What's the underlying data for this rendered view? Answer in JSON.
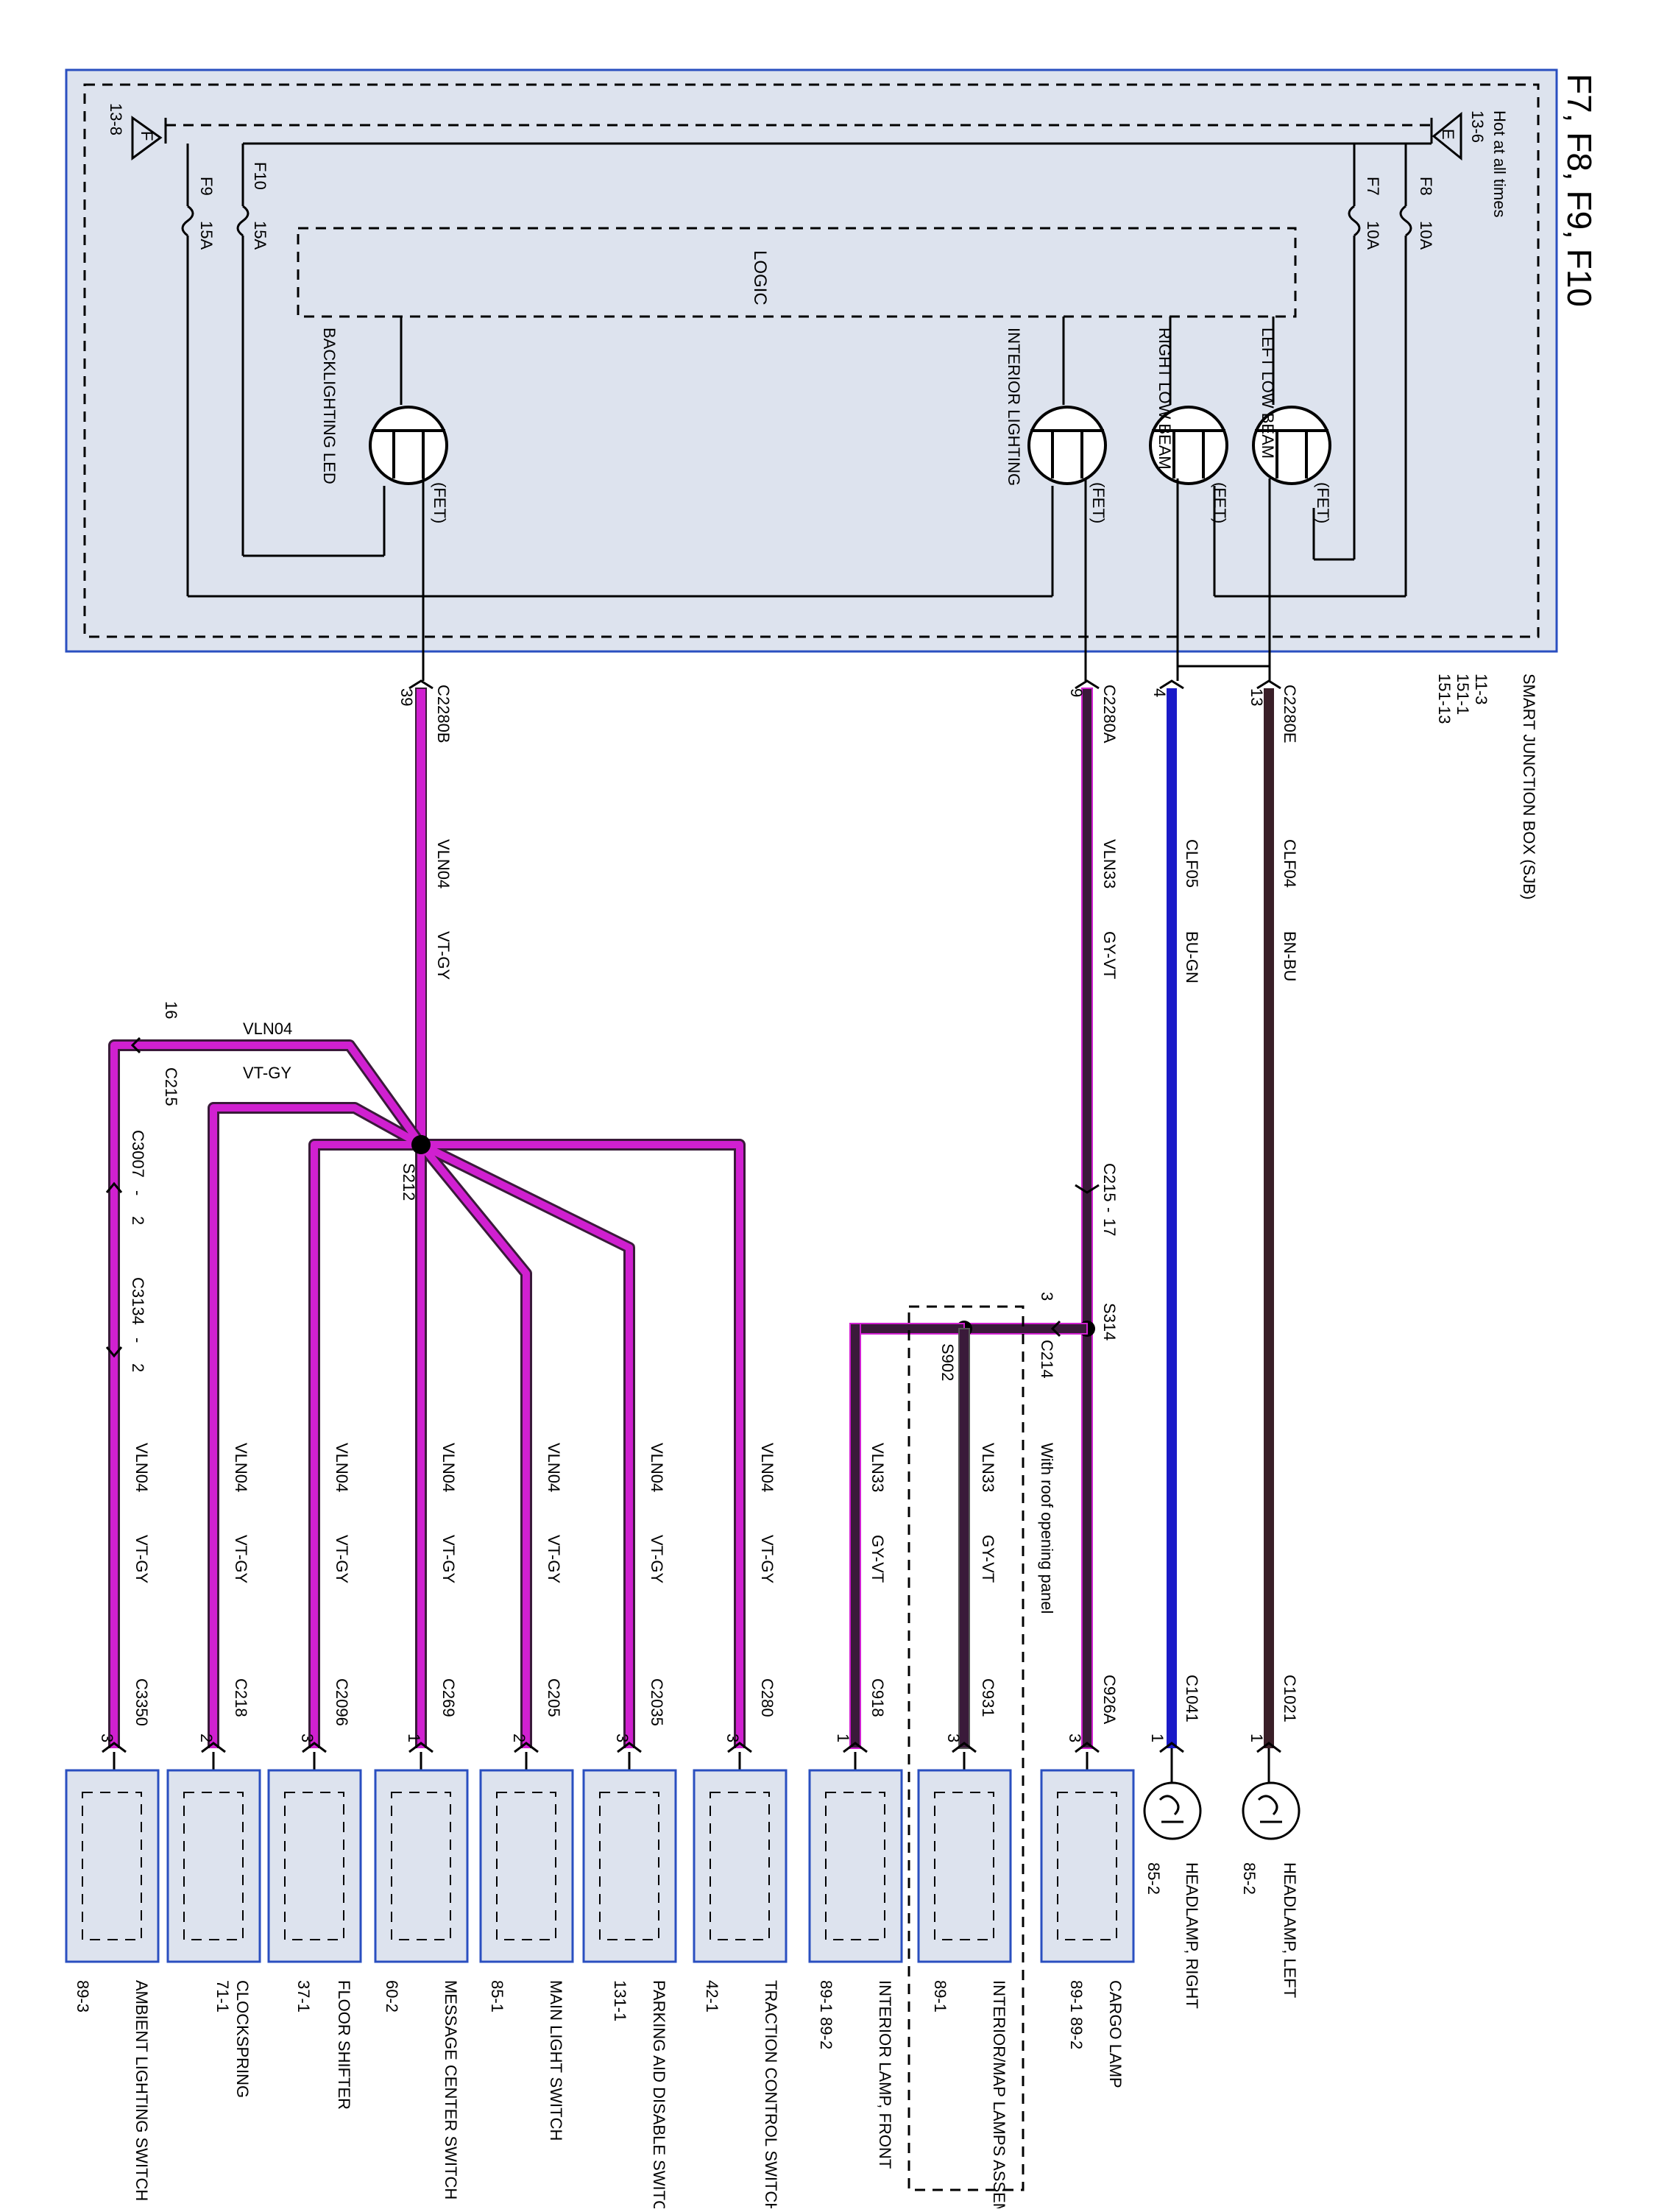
{
  "title": "F7, F8, F9, F10",
  "sjb": {
    "hot_label": "Hot at all times",
    "name": "SMART JUNCTION BOX (SJB)",
    "refs": [
      "11-3",
      "151-1",
      "151-13"
    ],
    "bus_e": "E",
    "bus_e_ref": "13-6",
    "bus_f": "F",
    "bus_f_ref": "13-8",
    "logic": "LOGIC",
    "fet": "(FET)",
    "fuses": [
      {
        "name": "F8",
        "rating": "10A"
      },
      {
        "name": "F7",
        "rating": "10A"
      },
      {
        "name": "F10",
        "rating": "15A"
      },
      {
        "name": "F9",
        "rating": "15A"
      }
    ],
    "outputs": [
      {
        "label": "LEFT LOW BEAM"
      },
      {
        "label": "RIGHT LOW BEAM"
      },
      {
        "label": "INTERIOR LIGHTING"
      },
      {
        "label": "BACKLIGHTING LED"
      }
    ]
  },
  "wires": [
    {
      "connector": "C2280E",
      "pin": "13",
      "circuit": "CLF04",
      "color_code": "BN-BU",
      "color": "#3a1f28",
      "end_connector": "C1021",
      "end_pin": "1"
    },
    {
      "connector": "",
      "pin": "4",
      "circuit": "CLF05",
      "color_code": "BU-GN",
      "color": "#1a1ac8",
      "end_connector": "C1041",
      "end_pin": "1"
    },
    {
      "connector": "C2280A",
      "pin": "9",
      "circuit": "VLN33",
      "color_code": "GY-VT",
      "color": "#3a1a3a",
      "end_connector": "C926A",
      "end_pin": "3"
    },
    {
      "connector": "C2280B",
      "pin": "39",
      "circuit": "VLN04",
      "color_code": "VT-GY",
      "color": "#d020d0"
    }
  ],
  "interior_branch": {
    "inline_connector": "C215",
    "inline_pin": "17",
    "splice": "S314",
    "connector2": "C214",
    "pin2": "3",
    "splice2": "S902",
    "option_note": "With roof opening panel",
    "branch_wires": [
      {
        "circuit": "VLN33",
        "color_code": "GY-VT",
        "connector": "C918",
        "pin": "1"
      },
      {
        "circuit": "VLN33",
        "color_code": "GY-VT",
        "connector": "C931",
        "pin": "3"
      }
    ]
  },
  "vt_branch": {
    "splice": "S212",
    "top_circuit": "VLN04",
    "top_color": "VT-GY",
    "c215": "C215",
    "c215_pin": "16",
    "c3007": "C3007",
    "c3007_pin": "2",
    "c3134": "C3134",
    "c3134_pin": "2",
    "drops": [
      {
        "circuit": "VLN04",
        "color_code": "VT-GY",
        "connector": "C280",
        "pin": "3"
      },
      {
        "circuit": "VLN04",
        "color_code": "VT-GY",
        "connector": "C2035",
        "pin": "3"
      },
      {
        "circuit": "VLN04",
        "color_code": "VT-GY",
        "connector": "C205",
        "pin": "2"
      },
      {
        "circuit": "VLN04",
        "color_code": "VT-GY",
        "connector": "C269",
        "pin": "1"
      },
      {
        "circuit": "VLN04",
        "color_code": "VT-GY",
        "connector": "C2096",
        "pin": "3"
      },
      {
        "circuit": "VLN04",
        "color_code": "VT-GY",
        "connector": "C218",
        "pin": "2"
      },
      {
        "circuit": "VLN04",
        "color_code": "VT-GY",
        "connector": "C3350",
        "pin": "3"
      }
    ]
  },
  "components": [
    {
      "name": "HEADLAMP, LEFT",
      "ref": "85-2"
    },
    {
      "name": "HEADLAMP, RIGHT",
      "ref": "85-2"
    },
    {
      "name": "CARGO LAMP",
      "ref": "89-1 89-2"
    },
    {
      "name": "INTERIOR/MAP LAMPS ASSEMBLY, FRONT",
      "ref": "89-1"
    },
    {
      "name": "INTERIOR LAMP, FRONT",
      "ref": "89-1 89-2"
    },
    {
      "name": "TRACTION CONTROL SWITCH",
      "ref": "42-1"
    },
    {
      "name": "PARKING AID DISABLE SWITCH",
      "ref": "131-1"
    },
    {
      "name": "MAIN LIGHT SWITCH",
      "ref": "85-1"
    },
    {
      "name": "MESSAGE CENTER SWITCH",
      "ref": "60-2"
    },
    {
      "name": "FLOOR SHIFTER",
      "ref": "37-1"
    },
    {
      "name": "CLOCKSPRING",
      "ref": "71-1"
    },
    {
      "name": "AMBIENT LIGHTING SWITCH",
      "ref": "89-3"
    }
  ]
}
